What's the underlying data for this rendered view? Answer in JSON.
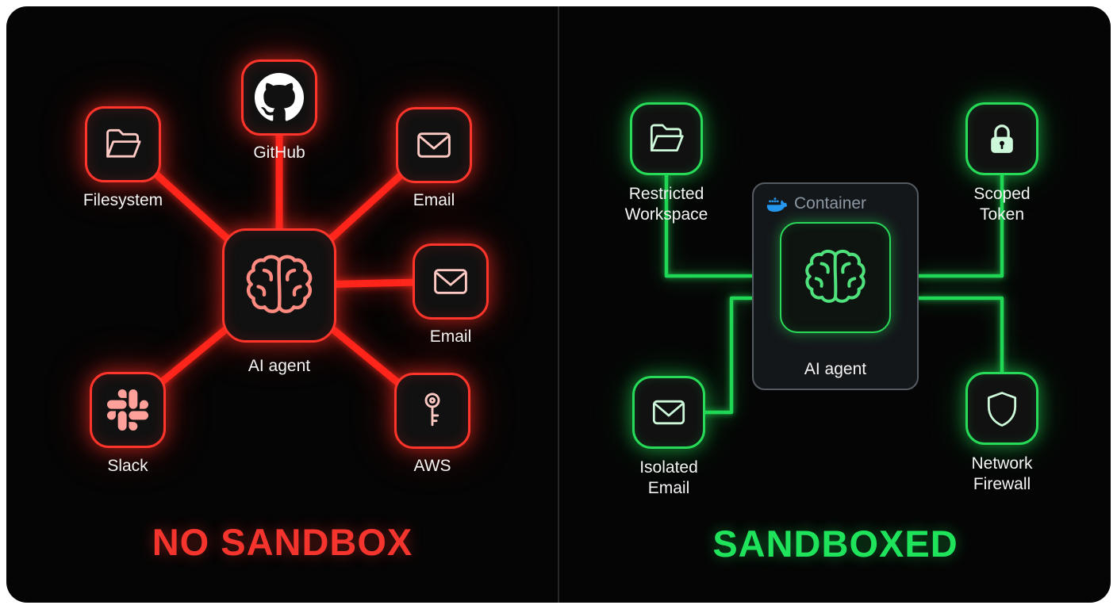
{
  "left_panel": {
    "title": "NO SANDBOX",
    "accent_color": "#ff2d23",
    "center_node": {
      "label": "AI agent",
      "icon": "brain-icon"
    },
    "nodes": [
      {
        "label": "Filesystem",
        "icon": "folder-icon"
      },
      {
        "label": "GitHub",
        "icon": "github-icon"
      },
      {
        "label": "Email",
        "icon": "envelope-icon"
      },
      {
        "label": "Email",
        "icon": "envelope-icon"
      },
      {
        "label": "Slack",
        "icon": "slack-icon"
      },
      {
        "label": "AWS",
        "icon": "key-icon"
      }
    ]
  },
  "right_panel": {
    "title": "SANDBOXED",
    "accent_color": "#22dd55",
    "container": {
      "label": "Container",
      "icon": "docker-icon",
      "border_color": "#545b62",
      "docker_blue": "#2496ed",
      "agent_label": "AI agent",
      "agent_icon": "brain-icon"
    },
    "nodes": [
      {
        "label": "Restricted Workspace",
        "icon": "folder-icon"
      },
      {
        "label": "Scoped Token",
        "icon": "lock-icon"
      },
      {
        "label": "Isolated Email",
        "icon": "envelope-icon"
      },
      {
        "label": "Network Firewall",
        "icon": "shield-icon"
      }
    ]
  }
}
